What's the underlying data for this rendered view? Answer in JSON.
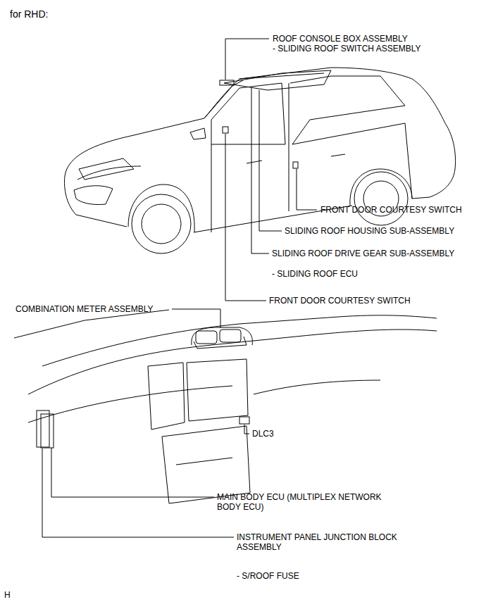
{
  "diagram": {
    "title": "for RHD:",
    "labels": [
      "ROOF CONSOLE BOX ASSEMBLY",
      "- SLIDING ROOF SWITCH ASSEMBLY",
      "FRONT DOOR COURTESY SWITCH",
      "SLIDING ROOF HOUSING SUB-ASSEMBLY",
      "SLIDING ROOF DRIVE GEAR SUB-ASSEMBLY",
      "- SLIDING ROOF ECU",
      "FRONT DOOR COURTESY SWITCH",
      "COMBINATION METER ASSEMBLY",
      "DLC3",
      "MAIN BODY ECU (MULTIPLEX NETWORK BODY ECU)",
      "INSTRUMENT PANEL JUNCTION BLOCK ASSEMBLY",
      "- S/ROOF FUSE",
      "H"
    ]
  }
}
